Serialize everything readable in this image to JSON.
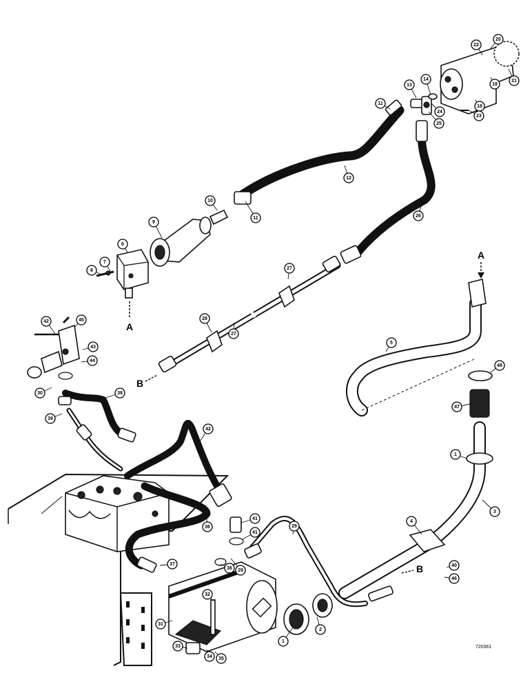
{
  "diagram": {
    "reference_number": "720361",
    "section_markers": [
      {
        "id": "A-upper",
        "label": "A"
      },
      {
        "id": "A-lower",
        "label": "A"
      },
      {
        "id": "B-left",
        "label": "B"
      },
      {
        "id": "B-right",
        "label": "B"
      }
    ],
    "callouts": [
      "1",
      "2",
      "3",
      "4",
      "5",
      "6",
      "7",
      "8",
      "9",
      "10",
      "11",
      "11",
      "12",
      "13",
      "14",
      "18",
      "18",
      "20",
      "21",
      "22",
      "23",
      "24",
      "25",
      "26",
      "27",
      "27",
      "28",
      "29",
      "29",
      "30",
      "31",
      "32",
      "33",
      "34",
      "35",
      "36",
      "36",
      "37",
      "38",
      "39",
      "40",
      "41",
      "41",
      "42",
      "42",
      "43",
      "44",
      "45",
      "46",
      "47",
      "48",
      "1",
      "2",
      "2"
    ]
  }
}
